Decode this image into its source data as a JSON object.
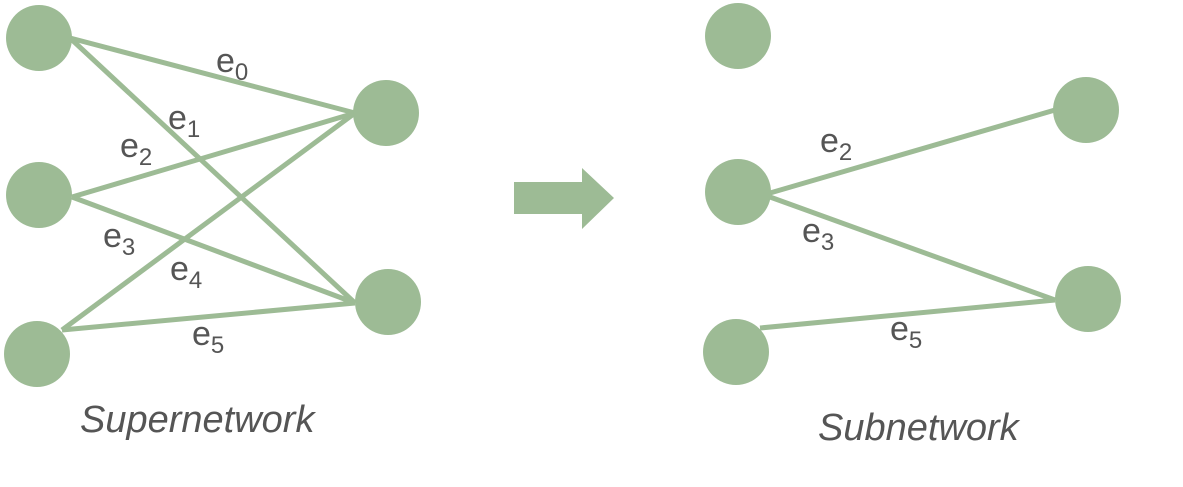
{
  "supernetwork": {
    "caption": "Supernetwork",
    "edges": [
      {
        "id": "e0",
        "base": "e",
        "index": "0"
      },
      {
        "id": "e1",
        "base": "e",
        "index": "1"
      },
      {
        "id": "e2",
        "base": "e",
        "index": "2"
      },
      {
        "id": "e3",
        "base": "e",
        "index": "3"
      },
      {
        "id": "e4",
        "base": "e",
        "index": "4"
      },
      {
        "id": "e5",
        "base": "e",
        "index": "5"
      }
    ]
  },
  "subnetwork": {
    "caption": "Subnetwork",
    "edges": [
      {
        "id": "e2",
        "base": "e",
        "index": "2"
      },
      {
        "id": "e3",
        "base": "e",
        "index": "3"
      },
      {
        "id": "e5",
        "base": "e",
        "index": "5"
      }
    ]
  },
  "colors": {
    "node": "#9dbb95",
    "edge": "#9dbb95",
    "text": "#555555"
  }
}
